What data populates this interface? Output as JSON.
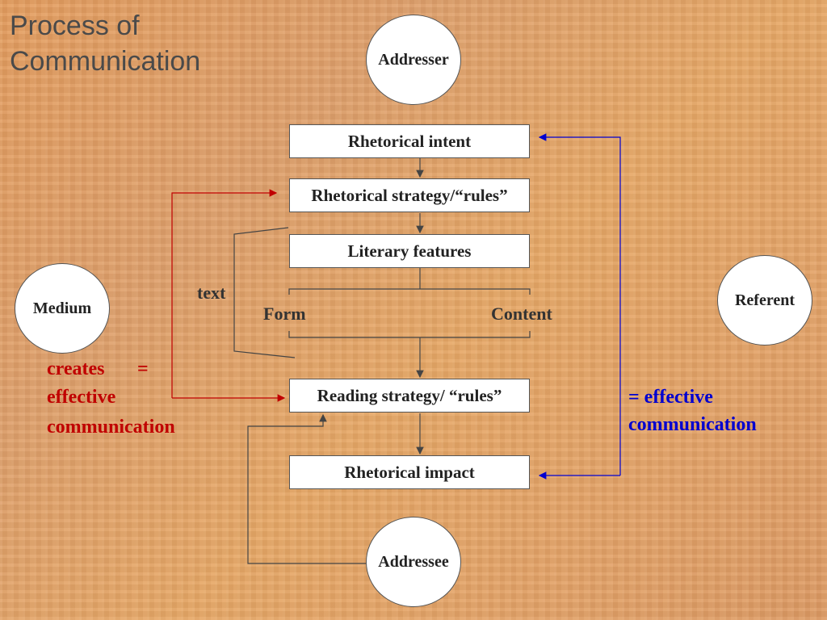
{
  "title": [
    "Process of",
    "Communication"
  ],
  "nodes": {
    "addresser": "Addresser",
    "medium": "Medium",
    "referent": "Referent",
    "addressee": "Addressee"
  },
  "boxes": {
    "rhetorical_intent": "Rhetorical intent",
    "rhetorical_strategy": "Rhetorical strategy/“rules”",
    "literary_features": "Literary features",
    "reading_strategy": "Reading strategy/ “rules”",
    "rhetorical_impact": "Rhetorical impact"
  },
  "labels": {
    "text": "text",
    "form": "Form",
    "content": "Content"
  },
  "annotations": {
    "red": [
      "creates",
      "=",
      "effective",
      "communication"
    ],
    "blue": [
      "= effective",
      "communication"
    ]
  },
  "colors": {
    "red": "#c00000",
    "blue": "#0000d0",
    "line": "#444444"
  }
}
